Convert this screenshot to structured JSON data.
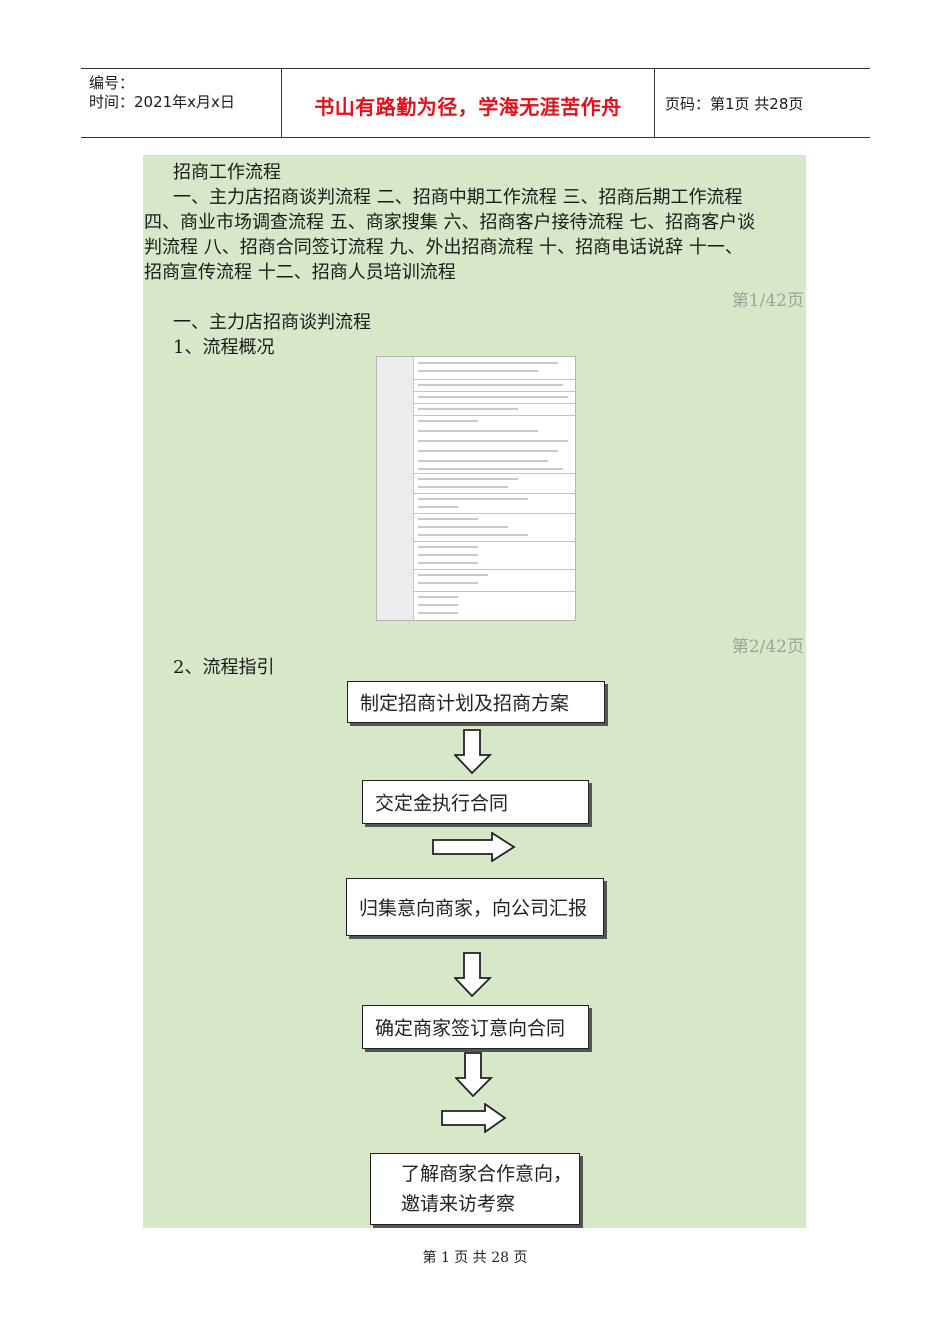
{
  "header": {
    "number_label": "编号：",
    "time_label": "时间：2021年x月x日",
    "motto": "书山有路勤为径，学海无涯苦作舟",
    "page_info": "页码：第1页  共28页"
  },
  "content": {
    "title": "招商工作流程",
    "toc_lines": [
      "一、主力店招商谈判流程 二、招商中期工作流程 三、招商后期工作流程",
      "四、商业市场调查流程 五、商家搜集 六、招商客户接待流程 七、招商客户谈",
      "判流程 八、招商合同签订流程 九、外出招商流程 十、招商电话说辞 十一、",
      "招商宣传流程 十二、招商人员培训流程"
    ],
    "page_mark_1": "第1/42页",
    "section_title": "一、主力店招商谈判流程",
    "sub1": "1、流程概况",
    "page_mark_2": "第2/42页",
    "sub2": "2、流程指引"
  },
  "flow_steps": [
    "制定招商计划及招商方案",
    "交定金执行合同",
    "归集意向商家，向公司汇报",
    "确定商家签订意向合同",
    "了解商家合作意向，\n邀请来访考察"
  ],
  "arrows": [
    "arrow-down",
    "arrow-right",
    "arrow-down",
    "arrow-down",
    "arrow-right"
  ],
  "footer": "第 1 页 共 28 页"
}
